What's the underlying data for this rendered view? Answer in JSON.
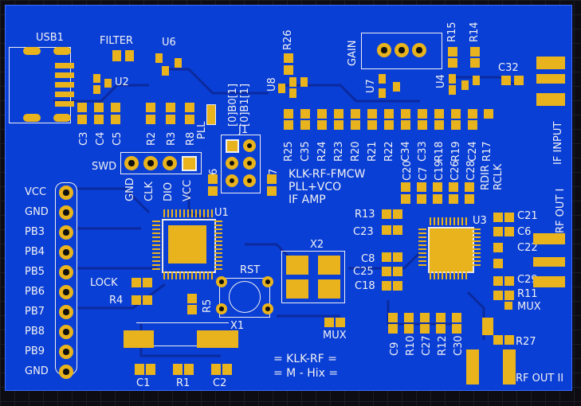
{
  "board": {
    "labels": {
      "usb1": "USB1",
      "filter": "FILTER",
      "u6": "U6",
      "u2": "U2",
      "r26": "R26",
      "gain": "GAIN",
      "r15": "R15",
      "r14": "R14",
      "c32": "C32",
      "u8": "U8",
      "u7": "U7",
      "u4": "U4",
      "b0": "[0]B0[1]",
      "b1": "[0]B1[1]",
      "j1": "J1",
      "pll_label": "PLL",
      "c3": "C3",
      "c4": "C4",
      "c5": "C5",
      "r2": "R2",
      "r3": "R3",
      "r8": "R8",
      "swd": "SWD",
      "gnd_swd": "GND",
      "clk_swd": "CLK",
      "dio_swd": "DIO",
      "vcc_swd": "VCC",
      "r6": "R6",
      "r7": "R7",
      "r25": "R25",
      "c35": "C35",
      "r24": "R24",
      "r23": "R23",
      "r20": "R20",
      "r21": "R21",
      "r22": "R22",
      "c34": "C34",
      "c33": "C33",
      "r18": "R18",
      "r19": "R19",
      "c24": "C24",
      "r17": "R17",
      "if_input": "IF INPUT",
      "title1": "KLK-RF-FMCW",
      "title2": "PLL+VCO",
      "title3": "IF AMP",
      "c20": "C20",
      "c7": "C7",
      "c19": "C19",
      "c26": "C26",
      "c28": "C28",
      "rdir": "RDIR",
      "rclk": "RCLK",
      "rf_out_1": "RF OUT I",
      "u1": "U1",
      "r13": "R13",
      "c23": "C23",
      "c8": "C8",
      "c25": "C25",
      "c18": "C18",
      "u3": "U3",
      "c21": "C21",
      "c6": "C6",
      "c22": "C22",
      "c29": "C29",
      "r11": "R11",
      "mux_right": "MUX",
      "x2": "X2",
      "rst": "RST",
      "lock": "LOCK",
      "r4": "R4",
      "r5": "R5",
      "x1": "X1",
      "mux_bottom": "MUX",
      "c9": "C9",
      "r10": "R10",
      "c27": "C27",
      "r12": "R12",
      "c30": "C30",
      "r27": "R27",
      "rf_out_2": "RF OUT II",
      "c1": "C1",
      "r1": "R1",
      "c2": "C2",
      "credit1": "= KLK-RF =",
      "credit2": "= M - Hix ="
    },
    "pins": [
      "VCC",
      "GND",
      "PB3",
      "PB4",
      "PB5",
      "PB6",
      "PB7",
      "PB8",
      "PB9",
      "GND"
    ]
  }
}
